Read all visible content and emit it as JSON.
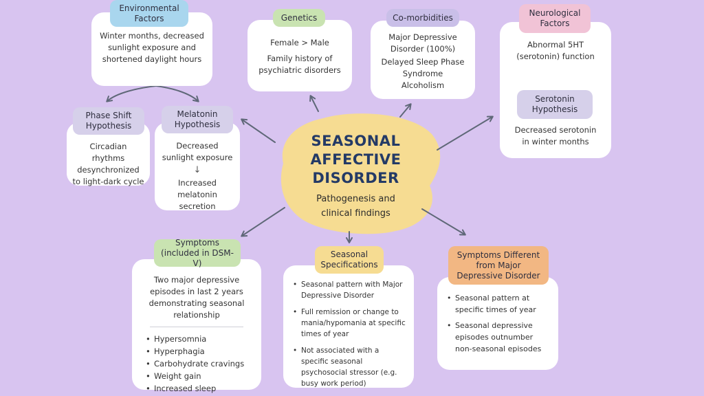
{
  "center": {
    "title": "SEASONAL AFFECTIVE DISORDER",
    "subtitle": "Pathogenesis and clinical findings"
  },
  "environmental": {
    "tag": "Environmental Factors",
    "text": "Winter months, decreased sunlight exposure and shortened daylight hours"
  },
  "phase_shift": {
    "tag": "Phase Shift Hypothesis",
    "text": "Circadian rhythms desynchronized to light-dark cycle"
  },
  "melatonin": {
    "tag": "Melatonin Hypothesis",
    "line1": "Decreased sunlight exposure",
    "line2": "Increased melatonin secretion"
  },
  "genetics": {
    "tag": "Genetics",
    "line1": "Female > Male",
    "line2": "Family history of psychiatric disorders"
  },
  "comorbidities": {
    "tag": "Co-morbidities",
    "line1": "Major Depressive Disorder (100%)",
    "line2": "Delayed Sleep Phase Syndrome",
    "line3": "Alcoholism"
  },
  "neurological": {
    "tag": "Neurological Factors",
    "line1": "Abnormal 5HT (serotonin) function",
    "subtag": "Serotonin Hypothesis",
    "line2": "Decreased serotonin in winter months"
  },
  "symptoms": {
    "tag": "Symptoms (included in DSM-V)",
    "intro": "Two major depressive episodes in last 2 years demonstrating seasonal relationship",
    "items": [
      "Hypersomnia",
      "Hyperphagia",
      "Carbohydrate cravings",
      "Weight gain",
      "Increased sleep"
    ]
  },
  "specifications": {
    "tag": "Seasonal Specifications",
    "items": [
      "Seasonal pattern with Major Depressive Disorder",
      "Full remission or change to mania/hypomania at specific times of year",
      "Not associated with a specific seasonal psychosocial stressor (e.g. busy work period)"
    ]
  },
  "different": {
    "tag": "Symptoms Different from Major Depressive Disorder",
    "items": [
      "Seasonal pattern at specific times of year",
      "Seasonal depressive episodes outnumber non-seasonal episodes"
    ]
  },
  "colors": {
    "background": "#d8c4f0",
    "center_blob": "#f6dc92",
    "title": "#243a66",
    "arrow": "#5f6878"
  }
}
